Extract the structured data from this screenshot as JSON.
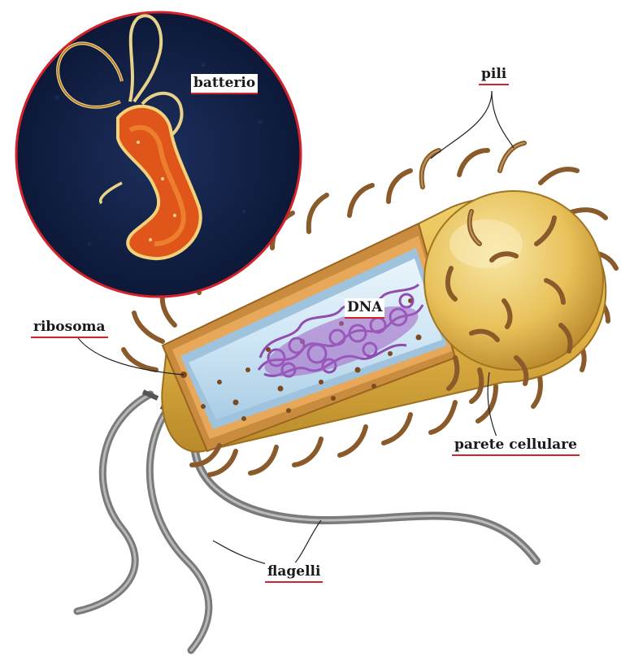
{
  "labels": {
    "batterio": "batterio",
    "pili": "pili",
    "ribosoma": "ribosoma",
    "dna": "DNA",
    "parete": "parete cellulare",
    "flagelli": "flagelli"
  },
  "colors": {
    "accent_underline": "#d2232a",
    "cell_wall": "#e6b84a",
    "cytoplasm": "#cfe6f5",
    "dna": "#8e44ad",
    "flagella": "#8a8a8a",
    "micro_bg": "#0d1a3a",
    "micro_bacterium": "#e0561a"
  },
  "icons": [
    "micrograph-inset",
    "bacterium-body",
    "pili-hair",
    "flagellum"
  ]
}
